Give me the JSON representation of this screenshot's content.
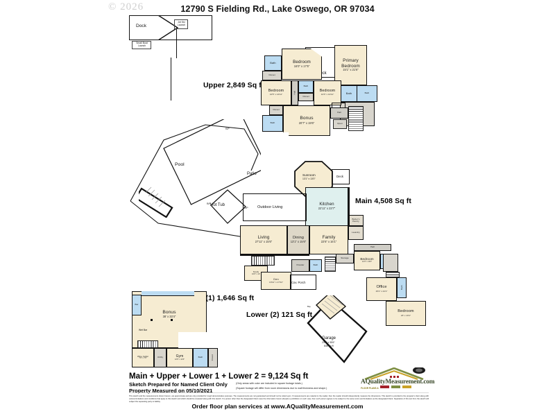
{
  "header": {
    "title": "12790 S Fielding Rd., Lake Oswego, OR 97034",
    "copyright": "© 2026"
  },
  "sections": [
    {
      "id": "upper",
      "label": "Upper  2,849 Sq ft"
    },
    {
      "id": "main",
      "label": "Main  4,508 Sq ft"
    },
    {
      "id": "lower1",
      "label": "Lower (1)  1,646 Sq ft"
    },
    {
      "id": "lower2",
      "label": "Lower (2)  121 Sq ft"
    }
  ],
  "site": {
    "dock_label": "Dock",
    "jet_ski_launch": "Jet Ski Launch",
    "small_boat_launch": "Small Boat Launch",
    "pool": "Pool",
    "hot_tub": "Hot Tub",
    "patio": "Patio",
    "rp": "R/P"
  },
  "upper_rooms": [
    {
      "name": "Bath",
      "dim": ""
    },
    {
      "name": "Bedroom",
      "dim": "16'0\" x 17'5\""
    },
    {
      "name": "Closet",
      "dim": ""
    },
    {
      "name": "Deck",
      "dim": ""
    },
    {
      "name": "Primary Bedroom",
      "dim": "15'1\" x 21'6\""
    },
    {
      "name": "Bedroom",
      "dim": "12'5\" x 14'11\""
    },
    {
      "name": "Hall",
      "dim": ""
    },
    {
      "name": "Bath",
      "dim": ""
    },
    {
      "name": "Bedroom",
      "dim": "12'3\" x 14'11\""
    },
    {
      "name": "Closet",
      "dim": ""
    },
    {
      "name": "Bath",
      "dim": ""
    },
    {
      "name": "Closet",
      "dim": ""
    },
    {
      "name": "Bath",
      "dim": ""
    },
    {
      "name": "Bonus",
      "dim": "20'7\" x 19'6\""
    },
    {
      "name": "Closet",
      "dim": ""
    },
    {
      "name": "Open",
      "dim": ""
    }
  ],
  "main_rooms": [
    {
      "name": "Sunroom",
      "dim": "13'1\" x 13'0\""
    },
    {
      "name": "Deck",
      "dim": ""
    },
    {
      "name": "Kitchen",
      "dim": "22'11\" x 23'7\""
    },
    {
      "name": "Outdoor Living",
      "dim": ""
    },
    {
      "name": "Butler's Pantry",
      "dim": ""
    },
    {
      "name": "Laundry",
      "dim": ""
    },
    {
      "name": "Living",
      "dim": "27'11\" x 15'6\""
    },
    {
      "name": "Dining",
      "dim": "13'1\" x 15'6\""
    },
    {
      "name": "Family",
      "dim": "22'6\" x 16'1\""
    },
    {
      "name": "Study",
      "dim": "10'0\" x 13'"
    },
    {
      "name": "Den",
      "dim": "13'11\" x 17'11\""
    },
    {
      "name": "Cov. Porch",
      "dim": ""
    },
    {
      "name": "Powder",
      "dim": ""
    },
    {
      "name": "Bath",
      "dim": ""
    },
    {
      "name": "Storage",
      "dim": ""
    },
    {
      "name": "Bedroom",
      "dim": "12'3\" x 13'0\""
    },
    {
      "name": "Bath",
      "dim": ""
    },
    {
      "name": "Office",
      "dim": "15'1\" x 21'1\""
    },
    {
      "name": "Bath",
      "dim": ""
    },
    {
      "name": "Bedroom",
      "dim": "23' x 13'1\""
    },
    {
      "name": "Hall",
      "dim": ""
    }
  ],
  "lower1_rooms": [
    {
      "name": "Bar",
      "dim": ""
    },
    {
      "name": "Bonus",
      "dim": "38' x 33'4\""
    },
    {
      "name": "Wet Bar",
      "dim": ""
    },
    {
      "name": "Wine Cellar",
      "dim": "7'0\" x 7'6\""
    },
    {
      "name": "Utility",
      "dim": ""
    },
    {
      "name": "Gym",
      "dim": "12'9\" x 12'6\""
    },
    {
      "name": "Bath",
      "dim": ""
    },
    {
      "name": "Closet",
      "dim": ""
    }
  ],
  "lower2_rooms": [
    {
      "name": "Garage",
      "dim": "23'2\" x 35'6\"",
      "extra": "836 Sq ft"
    },
    {
      "name": "Stairs",
      "dim": ""
    },
    {
      "name": "Bay",
      "dim": ""
    }
  ],
  "footer": {
    "total": "Main + Upper + Lower 1 + Lower 2 = 9,124 Sq ft",
    "sketch_line": "Sketch Prepared for Named Client Only",
    "measured_line": "Property Measured on 05/10/2021",
    "note1": "(Only areas with color are included in square footage totals.)",
    "note2": "(Square footage will differ from room dimensions due to wall thickness and shape.)",
    "disclaimer": "This sketch and the measurements shown hereon, are approximate and are only provided for rough demonstrative purposes.  The measurements are not guaranteed and should not be relied upon.  If measurements are material to the reader, then the reader should independently measure the dimensions.  This sketch is provided to the preparer's client along with various limitations and conditions that apply to this sketch and which should be reviewed along with this sketch.  If a person other than the designated Client uses the information herein (despite a prohibition on such use), then such person agrees to be subject to the same terms and limitations as the designated Client.  Separation of this text from the sketch will subject the separating party to liability.",
    "order_line": "Order floor plan services at www.AQualityMeasurement.com"
  },
  "logo": {
    "name": "AQualityMeasurement.com",
    "tagline": "FLOOR PLANS &"
  },
  "colors": {
    "living": "#f6ecd2",
    "kitchen": "#dff0ee",
    "bath": "#bcdcf2",
    "closet": "#d8d5cd",
    "wall": "#111111",
    "logo_green": "#3b4a2b",
    "logo_gold": "#c9a227"
  }
}
